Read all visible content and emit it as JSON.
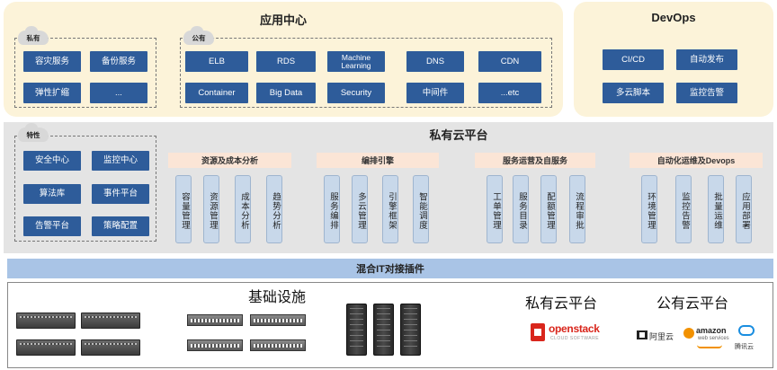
{
  "app_center": {
    "title": "应用中心",
    "private": {
      "tag": "私有",
      "buttons": [
        "容灾服务",
        "备份服务",
        "弹性扩缩",
        "..."
      ]
    },
    "public": {
      "tag": "公有",
      "row1": [
        "ELB",
        "RDS",
        "Machine Learning",
        "DNS",
        "CDN"
      ],
      "row2": [
        "Container",
        "Big Data",
        "Security",
        "中间件",
        "...etc"
      ]
    }
  },
  "devops": {
    "title": "DevOps",
    "buttons": [
      "CI/CD",
      "自动发布",
      "多云脚本",
      "监控告警"
    ]
  },
  "private_cloud": {
    "title": "私有云平台",
    "features": {
      "tag": "特性",
      "buttons": [
        "安全中心",
        "监控中心",
        "算法库",
        "事件平台",
        "告警平台",
        "策略配置"
      ]
    },
    "categories": [
      {
        "label": "资源及成本分析",
        "items": [
          "容量管理",
          "资源管理",
          "成本分析",
          "趋势分析"
        ]
      },
      {
        "label": "编排引擎",
        "items": [
          "服务编排",
          "多云管理",
          "引擎框架",
          "智能调度"
        ]
      },
      {
        "label": "服务运营及自服务",
        "items": [
          "工单管理",
          "服务目录",
          "配额管理",
          "流程审批"
        ]
      },
      {
        "label": "自动化运维及Devops",
        "items": [
          "环境管理",
          "监控告警",
          "批量运维",
          "应用部署"
        ]
      }
    ]
  },
  "hybrid_bar": "混合IT对接插件",
  "infra": {
    "title": "基础设施",
    "private_cloud_label": "私有云平台",
    "public_cloud_label": "公有云平台",
    "logos": {
      "openstack": "openstack",
      "openstack_sub": "CLOUD SOFTWARE",
      "aliyun": "阿里云",
      "amazon": "amazon",
      "amazon_sub": "web services",
      "tencent": "腾讯云"
    },
    "colors": {
      "openstack_red": "#d9261c",
      "amazon_orange": "#f29100",
      "tencent_blue": "#1a8ee0"
    }
  },
  "colors": {
    "button_blue": "#2e5c9a",
    "panel_cream": "#fcf3d9",
    "panel_gray": "#e4e4e4",
    "category_peach": "#fbe5d6",
    "column_blue": "#c8d8ea",
    "hybrid_blue": "#a9c4e6"
  }
}
